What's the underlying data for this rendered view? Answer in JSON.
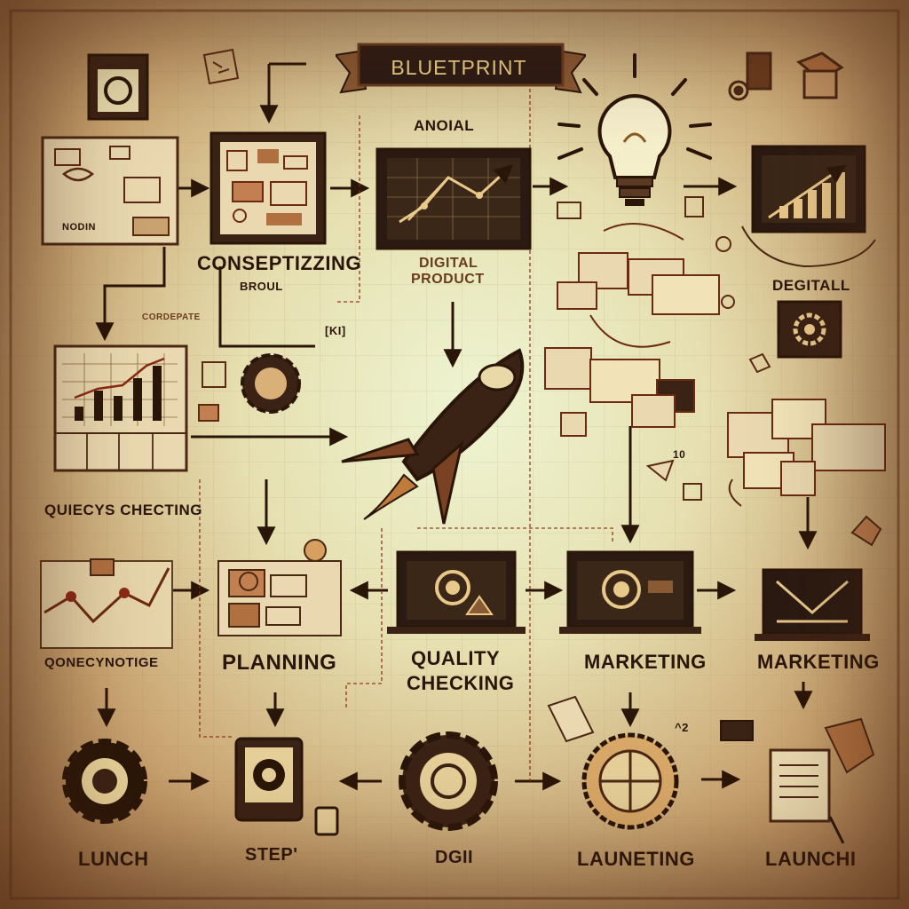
{
  "banner": {
    "title": "BLUETPRINT"
  },
  "labels": {
    "anoial": "ANOIAL",
    "conseptizzing": "CONSEPTIZZING",
    "broul": "BROUL",
    "digital": "DIGITAL",
    "product": "PRODUCT",
    "degitall": "DEGITALL",
    "cordepate": "CORDEPATE",
    "ki": "[KI]",
    "quiecys_checting": "QUIECYS CHECTING",
    "qonecynotige": "QONECYNOTIGE",
    "planning": "PLANNING",
    "quality": "QUALITY",
    "checking": "CHECKING",
    "marketing_1": "MARKETING",
    "marketing_2": "MARKETING",
    "lunch": "LUNCH",
    "step": "STEP'",
    "dgii": "DGII",
    "launeting": "LAUNETING",
    "launchi": "LAUNCHI",
    "nodin": "NODIN",
    "ten": "10",
    "nfe": "^2"
  },
  "colors": {
    "ink": "#2a1608",
    "paper_light": "#eef5d2",
    "paper_dark": "#8a5a34",
    "banner_fill": "#2b1a14",
    "banner_text": "#f3d98c",
    "accent_red": "#8a2a14"
  }
}
